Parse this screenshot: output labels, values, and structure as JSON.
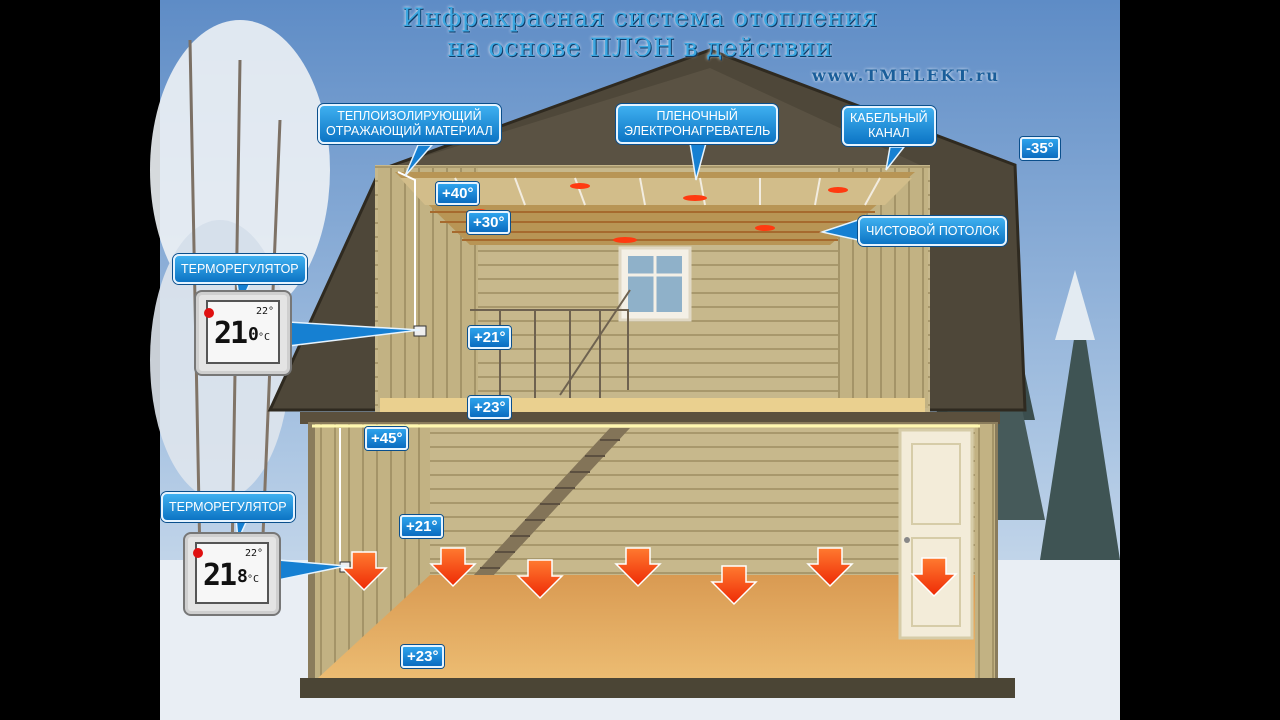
{
  "header": {
    "title_line1": "Инфракрасная система отопления",
    "title_line2": "на основе ПЛЭН в действии",
    "website": "www.TMELEKT.ru"
  },
  "callouts": {
    "insulation": [
      "ТЕПЛОИЗОЛИРУЮЩИЙ",
      "ОТРАЖАЮЩИЙ МАТЕРИАЛ"
    ],
    "film_heater": [
      "ПЛЕНОЧНЫЙ",
      "ЭЛЕКТРОНАГРЕВАТЕЛЬ"
    ],
    "cable_channel": [
      "КАБЕЛЬНЫЙ",
      "КАНАЛ"
    ],
    "finish_ceiling": "ЧИСТОВОЙ ПОТОЛОК",
    "thermostat_upper": "ТЕРМОРЕГУЛЯТОР",
    "thermostat_lower": "ТЕРМОРЕГУЛЯТОР"
  },
  "temperatures": {
    "outside": "-35°",
    "attic_film": "+40°",
    "attic_ceiling": "+30°",
    "upper_room_air": "+21°",
    "upper_room_floor": "+23°",
    "lower_ceiling": "+45°",
    "lower_room_air": "+21°",
    "lower_room_floor": "+23°"
  },
  "thermostat_upper_display": {
    "main": "21",
    "decimal": "0",
    "unit": "°C",
    "setpoint": "22°"
  },
  "thermostat_lower_display": {
    "main": "21",
    "decimal": "8",
    "unit": "°C",
    "setpoint": "22°"
  },
  "colors": {
    "sky": "#7fa6d2",
    "callout_blue": "#1a8ee0",
    "wood": "#c9b98d",
    "floor": "#e3a85c",
    "heat_arrow": "#ff4a10",
    "roof": "#4d4637"
  }
}
